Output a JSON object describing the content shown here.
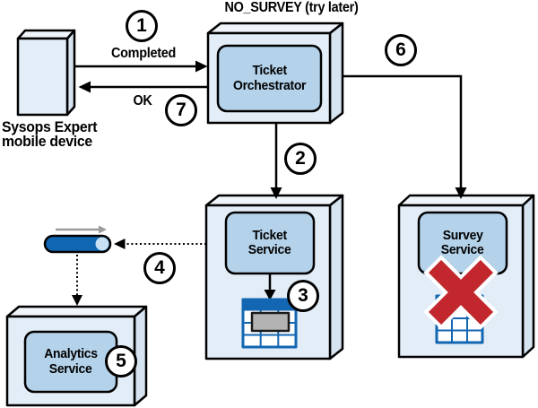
{
  "annotation": {
    "no_survey": "NO_SURVEY (try later)"
  },
  "edges": {
    "completed": "Completed",
    "ok": "OK"
  },
  "nodes": {
    "mobile": {
      "caption_line1": "Sysops Expert",
      "caption_line2": "mobile device"
    },
    "orchestrator": {
      "line1": "Ticket",
      "line2": "Orchestrator"
    },
    "ticket": {
      "line1": "Ticket",
      "line2": "Service"
    },
    "survey": {
      "line1": "Survey",
      "line2": "Service"
    },
    "analytics": {
      "line1": "Analytics",
      "line2": "Service"
    }
  },
  "steps": [
    "1",
    "2",
    "3",
    "4",
    "5",
    "6",
    "7"
  ],
  "icons": {
    "queue": "message-queue-cylinder",
    "ticket_table": "database-table-icon",
    "survey_table": "database-table-icon",
    "record": "record-highlight",
    "error": "red-x-failure-icon",
    "flow": "gray-flow-arrow"
  },
  "colors": {
    "box_face": "#e3edf7",
    "box_top": "#eff5fb",
    "box_side": "#d6e4f1",
    "inner_panel": "#b4d2ea",
    "queue_blue": "#1066b0",
    "queue_cap": "#c7e0f4",
    "table_blue": "#1266b2",
    "record_gray": "#b3b3b3",
    "error_red": "#c1272d",
    "flow_gray": "#9b9b9b",
    "outline": "#000000"
  }
}
